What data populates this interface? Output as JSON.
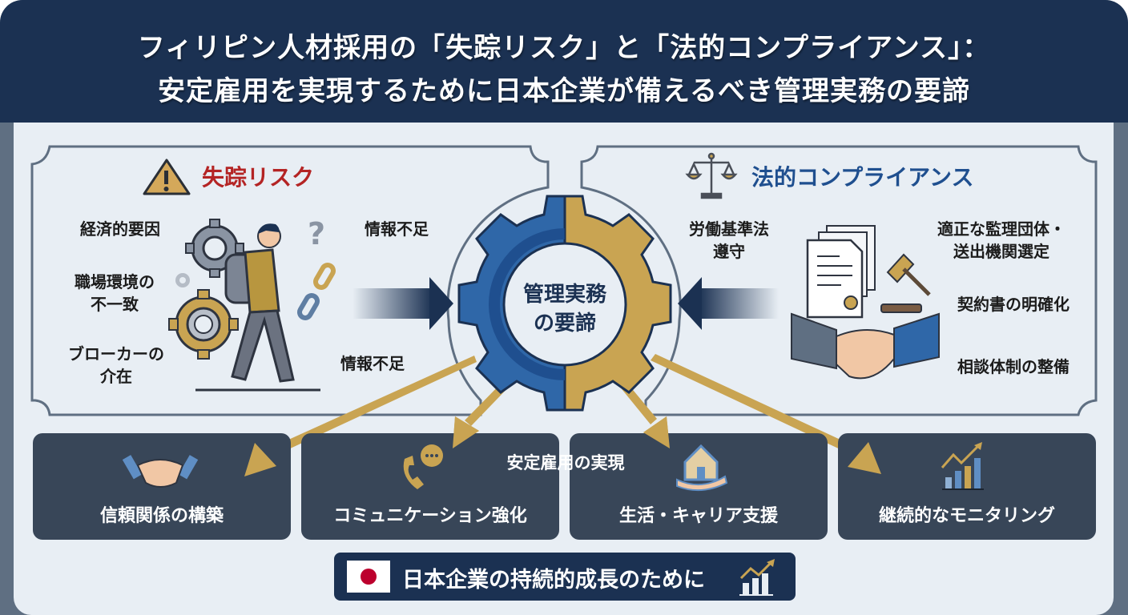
{
  "header": {
    "title_line1": "フィリピン人材採用の「失踪リスク」と「法的コンプライアンス」：",
    "title_line2": "安定雇用を実現するために日本企業が備えるべき管理実務の要諦"
  },
  "colors": {
    "header_bg": "#1b3152",
    "canvas_bg": "#e8eef4",
    "frame": "#5f6f82",
    "risk_red": "#b42424",
    "compliance_blue": "#1f4f8f",
    "gold": "#c9a452",
    "gear_blue": "#2f67a8",
    "card_bg": "#384658"
  },
  "risk_panel": {
    "title": "失踪リスク",
    "icon": "warning-icon",
    "factors": [
      {
        "line1": "経済的要因",
        "line2": ""
      },
      {
        "line1": "職場環境の",
        "line2": "不一致"
      },
      {
        "line1": "ブローカーの",
        "line2": "介在"
      }
    ],
    "right_labels": [
      "情報不足",
      "情報不足"
    ]
  },
  "compliance_panel": {
    "title": "法的コンプライアンス",
    "icon": "scales-icon",
    "left_label": {
      "line1": "労働基準法",
      "line2": "遵守"
    },
    "items": [
      {
        "line1": "適正な監理団体・",
        "line2": "送出機関選定"
      },
      {
        "line1": "契約書の明確化",
        "line2": ""
      },
      {
        "line1": "相談体制の整備",
        "line2": ""
      }
    ]
  },
  "center_gear": {
    "line1": "管理実務",
    "line2": "の要諦"
  },
  "outcome_banner": "安定雇用の実現",
  "cards": [
    {
      "label": "信頼関係の構築",
      "icon": "handshake-icon"
    },
    {
      "label": "コミュニケーション強化",
      "icon": "phone-chat-icon"
    },
    {
      "label": "生活・キャリア支援",
      "icon": "house-hand-icon"
    },
    {
      "label": "継続的なモニタリング",
      "icon": "growth-chart-icon"
    }
  ],
  "footer": {
    "text": "日本企業の持続的成長のために",
    "flag_icon": "japan-flag-icon",
    "chart_icon": "growth-chart-icon"
  }
}
